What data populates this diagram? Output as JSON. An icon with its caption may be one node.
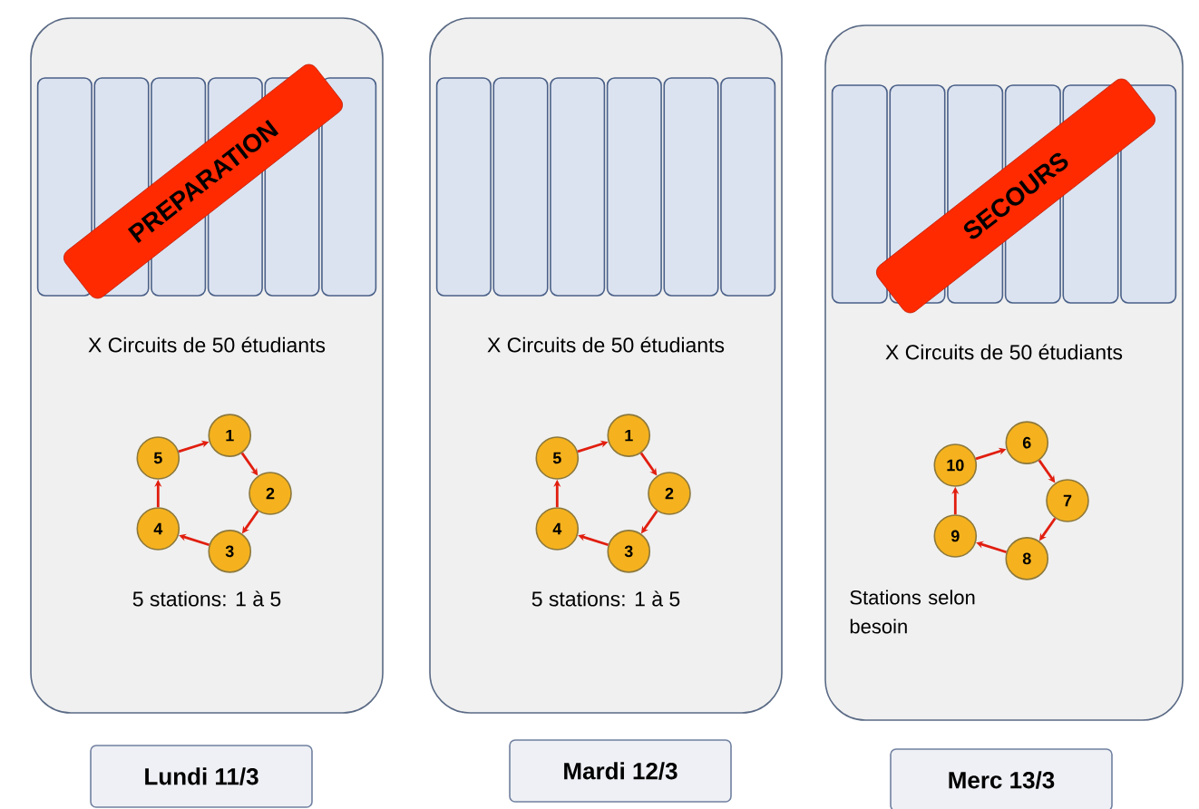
{
  "diagram": {
    "nodes": [
      {
        "text": [
          "X Circuits de 50 étudiants",
          "5 stations: 1 à 5"
        ]
      },
      {
        "text": [
          "X Circuits de 50 étudiants",
          "5 stations: 1 à 5"
        ]
      },
      {
        "text": [
          "X Circuits de 50 étudiants",
          "Stations selon besoin"
        ]
      },
      {
        "text": [
          "1"
        ],
        "in": 0
      },
      {
        "text": [
          "2"
        ],
        "in": 0
      },
      {
        "text": [
          "3"
        ],
        "in": 0
      },
      {
        "text": [
          "4"
        ],
        "in": 0
      },
      {
        "text": [
          "5"
        ],
        "in": 0
      },
      {
        "text": [
          "1"
        ],
        "in": 1
      },
      {
        "text": [
          "2"
        ],
        "in": 1
      },
      {
        "text": [
          "3"
        ],
        "in": 1
      },
      {
        "text": [
          "4"
        ],
        "in": 1
      },
      {
        "text": [
          "5"
        ],
        "in": 1
      },
      {
        "text": [
          "6"
        ],
        "in": 2
      },
      {
        "text": [
          "7"
        ],
        "in": 2
      },
      {
        "text": [
          "8"
        ],
        "in": 2
      },
      {
        "text": [
          "9"
        ],
        "in": 2
      },
      {
        "text": [
          "10"
        ],
        "in": 2
      },
      {
        "text": [
          "PREPARATION"
        ],
        "in": 0
      },
      {
        "text": [
          "SECOURS"
        ],
        "in": 2
      },
      {
        "text": [
          "Lundi 11/3"
        ]
      },
      {
        "text": [
          "Mardi 12/3"
        ]
      },
      {
        "text": [
          "Merc 13/3"
        ]
      }
    ],
    "edges": [
      {
        "from": 3,
        "to": 4,
        "arrow": "to"
      },
      {
        "from": 4,
        "to": 5,
        "arrow": "to"
      },
      {
        "from": 5,
        "to": 6,
        "arrow": "to"
      },
      {
        "from": 6,
        "to": 7,
        "arrow": "to"
      },
      {
        "from": 7,
        "to": 3,
        "arrow": "to"
      },
      {
        "from": 8,
        "to": 9,
        "arrow": "to"
      },
      {
        "from": 9,
        "to": 10,
        "arrow": "to"
      },
      {
        "from": 10,
        "to": 11,
        "arrow": "to"
      },
      {
        "from": 11,
        "to": 12,
        "arrow": "to"
      },
      {
        "from": 12,
        "to": 8,
        "arrow": "to"
      },
      {
        "from": 13,
        "to": 14,
        "arrow": "to"
      },
      {
        "from": 14,
        "to": 15,
        "arrow": "to"
      },
      {
        "from": 15,
        "to": 16,
        "arrow": "to"
      },
      {
        "from": 16,
        "to": 17,
        "arrow": "to"
      },
      {
        "from": 17,
        "to": 13,
        "arrow": "to"
      }
    ]
  }
}
